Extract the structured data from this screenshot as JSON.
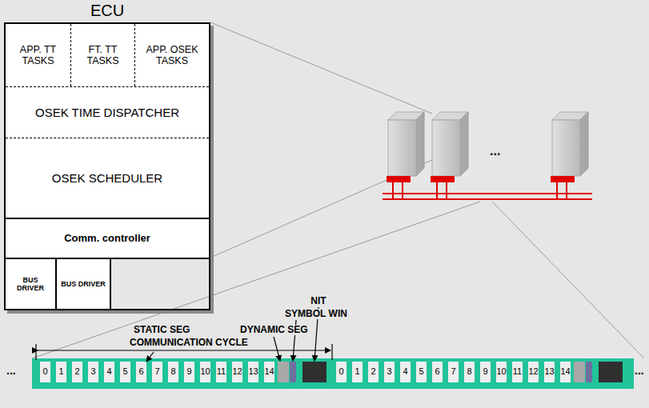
{
  "diagram": {
    "nodes": [
      {
        "text": [
          "ECU"
        ]
      },
      {
        "text": [
          "APP. TT TASKS"
        ],
        "in": 0
      },
      {
        "text": [
          "FT. TT TASKS"
        ],
        "in": 0
      },
      {
        "text": [
          "APP. OSEK TASKS"
        ],
        "in": 0
      },
      {
        "text": [
          "OSEK TIME DISPATCHER"
        ],
        "in": 0
      },
      {
        "text": [
          "OSEK SCHEDULER"
        ],
        "in": 0
      },
      {
        "text": [
          "Comm. controller"
        ],
        "in": 0
      },
      {
        "text": [
          "BUS DRIVER"
        ],
        "in": 0
      },
      {
        "text": [
          "BUS DRIVER"
        ],
        "in": 0
      }
    ],
    "labels": [
      "...",
      "NIT",
      "SYMBOL WIN",
      "STATIC SEG",
      "DYNAMIC SEG",
      "COMMUNICATION CYCLE",
      "...",
      "0",
      "1",
      "2",
      "3",
      "4",
      "5",
      "6",
      "7",
      "8",
      "9",
      "10",
      "11",
      "12",
      "13",
      "14",
      "0",
      "1",
      "2",
      "3",
      "4",
      "5",
      "6",
      "7",
      "8",
      "9",
      "10",
      "11",
      "12",
      "13",
      "14",
      "..."
    ]
  }
}
